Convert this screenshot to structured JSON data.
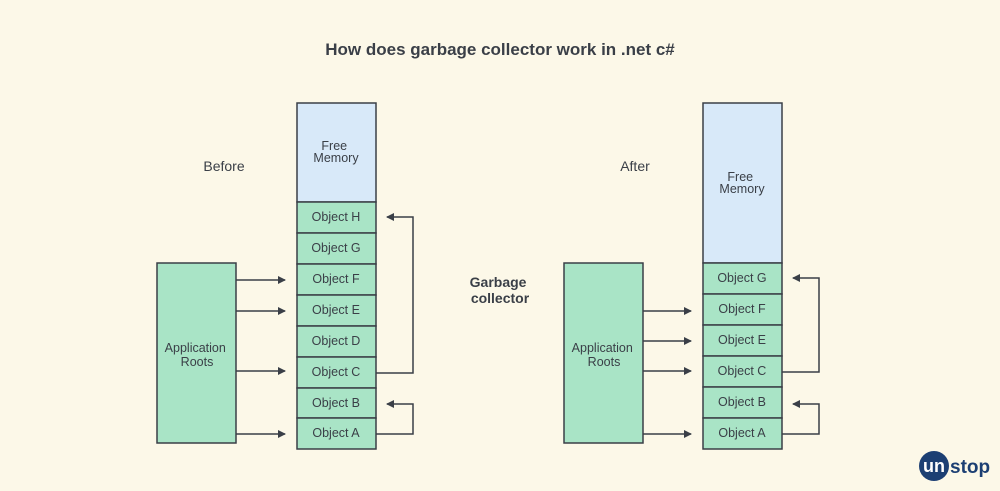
{
  "title": "How does garbage collector work in .net c#",
  "middle_label": [
    "Garbage",
    "collector"
  ],
  "before": {
    "heading": "Before",
    "roots_label": [
      "Application",
      "Roots"
    ],
    "free_memory": [
      "Free",
      "Memory"
    ],
    "objects": [
      "Object H",
      "Object G",
      "Object F",
      "Object E",
      "Object D",
      "Object C",
      "Object B",
      "Object A"
    ]
  },
  "after": {
    "heading": "After",
    "roots_label": [
      "Application",
      "Roots"
    ],
    "free_memory": [
      "Free",
      "Memory"
    ],
    "objects": [
      "Object G",
      "Object F",
      "Object E",
      "Object C",
      "Object B",
      "Object A"
    ]
  },
  "logo": {
    "badge": "un",
    "text": "stop"
  },
  "colors": {
    "background": "#fcf8e8",
    "object_fill": "#a9e4c6",
    "free_memory_fill": "#d8e9f9",
    "stroke": "#3a3f47",
    "logo": "#1c3f73"
  }
}
